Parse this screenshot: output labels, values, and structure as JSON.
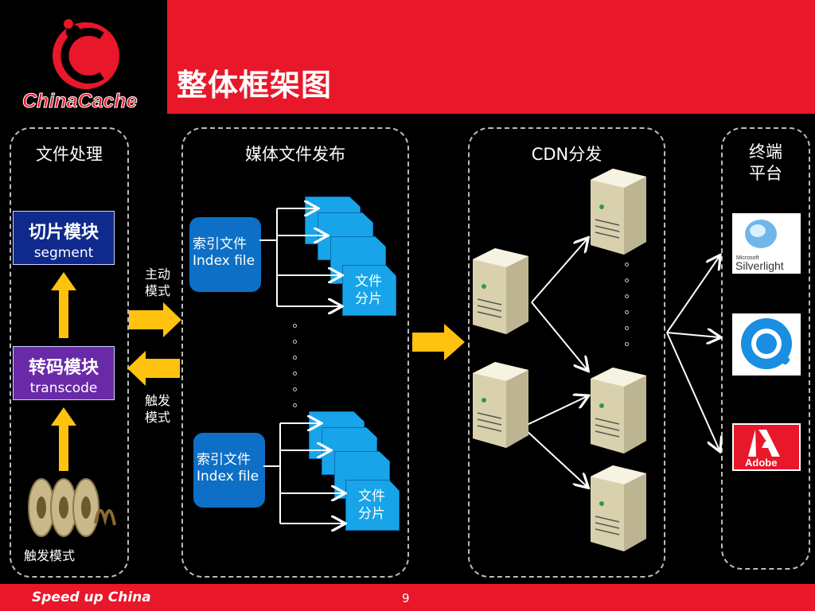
{
  "header": {
    "title": "整体框架图",
    "logo_text": "ChinaCache"
  },
  "panels": {
    "file_processing": {
      "title": "文件处理"
    },
    "media_publish": {
      "title": "媒体文件发布"
    },
    "cdn": {
      "title": "CDN分发"
    },
    "terminal": {
      "title_line1": "终端",
      "title_line2": "平台"
    }
  },
  "modules": {
    "segment": {
      "zh": "切片模块",
      "en": "segment"
    },
    "transcode": {
      "zh": "转码模块",
      "en": "transcode"
    }
  },
  "labels": {
    "active_mode_1": "主动",
    "active_mode_2": "模式",
    "trigger_mode_1": "触发",
    "trigger_mode_2": "模式",
    "bottom_trigger": "触发模式"
  },
  "index_file": {
    "zh": "索引文件",
    "en": "Index file"
  },
  "fragment": {
    "line1": "文件",
    "line2": "分片"
  },
  "platforms": [
    {
      "name": "Silverlight",
      "brand": "Microsoft"
    },
    {
      "name": "QuickTime"
    },
    {
      "name": "Adobe"
    }
  ],
  "footer": {
    "slogan": "Speed up China",
    "page": "9"
  },
  "colors": {
    "brand_red": "#e8172a",
    "segment_blue": "#0f2a8c",
    "transcode_purple": "#6a2aa8",
    "arrow_yellow": "#ffc20e",
    "index_blue": "#0d6fc5",
    "fragment_blue": "#17a4e8"
  }
}
